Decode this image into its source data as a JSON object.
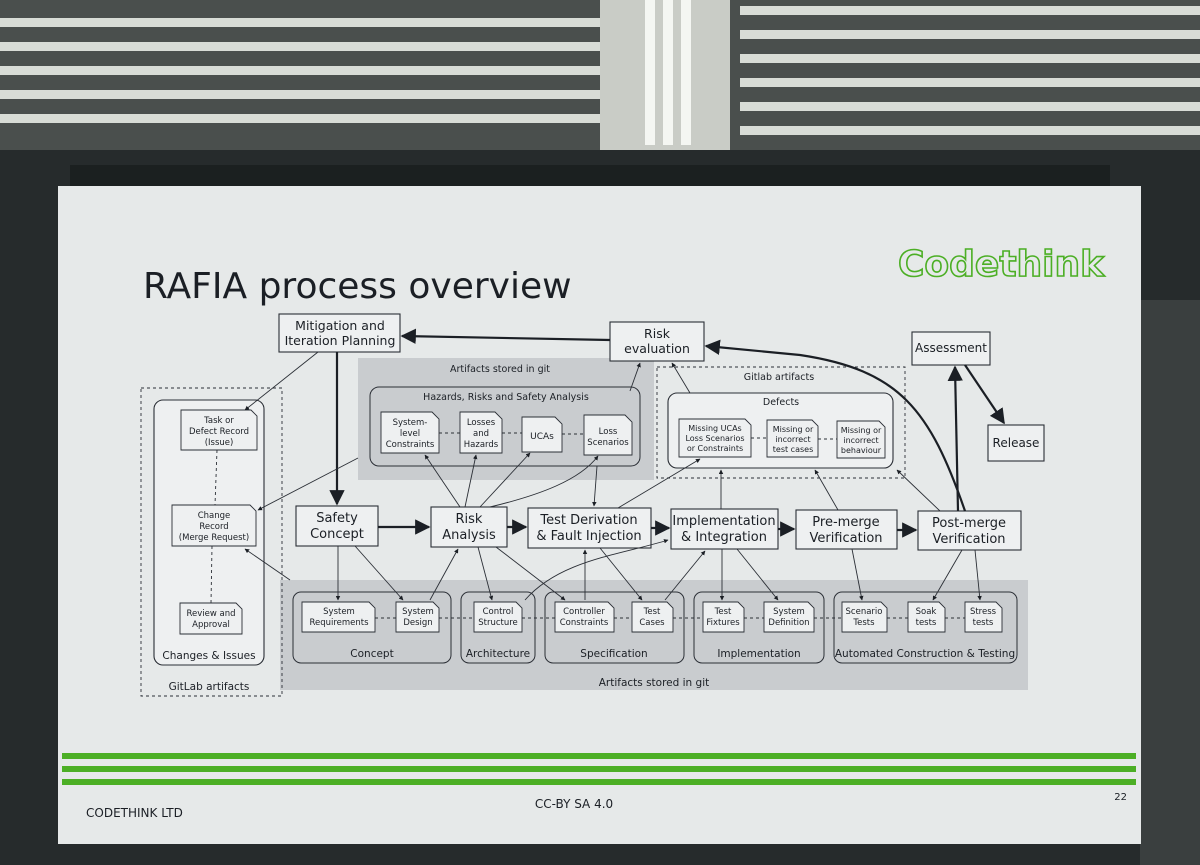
{
  "slide": {
    "title": "RAFIA process overview",
    "logo_text": "Codethink",
    "footer_left": "CODETHINK LTD",
    "footer_center": "CC-BY SA 4.0",
    "page_number": "22",
    "accent_color": "#4caf25"
  },
  "process": {
    "mitigation": [
      "Mitigation and",
      "Iteration Planning"
    ],
    "risk_evaluation": [
      "Risk",
      "evaluation"
    ],
    "assessment": "Assessment",
    "release": "Release",
    "safety_concept": [
      "Safety",
      "Concept"
    ],
    "risk_analysis": [
      "Risk",
      "Analysis"
    ],
    "test_derivation": [
      "Test Derivation",
      "& Fault Injection"
    ],
    "implementation_integration": [
      "Implementation",
      "& Integration"
    ],
    "pre_merge": [
      "Pre-merge",
      "Verification"
    ],
    "post_merge": [
      "Post-merge",
      "Verification"
    ]
  },
  "git_top": {
    "label": "Artifacts stored in git",
    "hazards_group": "Hazards, Risks and Safety Analysis",
    "docs": [
      [
        "System-",
        "level",
        "Constraints"
      ],
      [
        "Losses",
        "and",
        "Hazards"
      ],
      [
        "UCAs"
      ],
      [
        "Loss",
        "Scenarios"
      ]
    ]
  },
  "gitlab_top": {
    "label": "Gitlab artifacts",
    "defects_group": "Defects",
    "docs": [
      [
        "Missing UCAs",
        "Loss Scenarios",
        "or Constraints"
      ],
      [
        "Missing or",
        "incorrect",
        "test cases"
      ],
      [
        "Missing or",
        "incorrect",
        "behaviour"
      ]
    ]
  },
  "gitlab_left": {
    "label": "GitLab artifacts",
    "group": "Changes & Issues",
    "task": [
      "Task or",
      "Defect Record",
      "(Issue)"
    ],
    "change": [
      "Change",
      "Record",
      "(Merge Request)"
    ],
    "review": [
      "Review and",
      "Approval"
    ]
  },
  "git_bottom": {
    "label": "Artifacts stored in git",
    "concept": {
      "label": "Concept",
      "docs": [
        [
          "System",
          "Requirements"
        ],
        [
          "System",
          "Design"
        ]
      ]
    },
    "architecture": {
      "label": "Architecture",
      "docs": [
        [
          "Control",
          "Structure"
        ]
      ]
    },
    "specification": {
      "label": "Specification",
      "docs": [
        [
          "Controller",
          "Constraints"
        ],
        [
          "Test",
          "Cases"
        ]
      ]
    },
    "implementation": {
      "label": "Implementation",
      "docs": [
        [
          "Test",
          "Fixtures"
        ],
        [
          "System",
          "Definition"
        ]
      ]
    },
    "automated": {
      "label": "Automated Construction & Testing",
      "docs": [
        [
          "Scenario",
          "Tests"
        ],
        [
          "Soak",
          "tests"
        ],
        [
          "Stress",
          "tests"
        ]
      ]
    }
  }
}
